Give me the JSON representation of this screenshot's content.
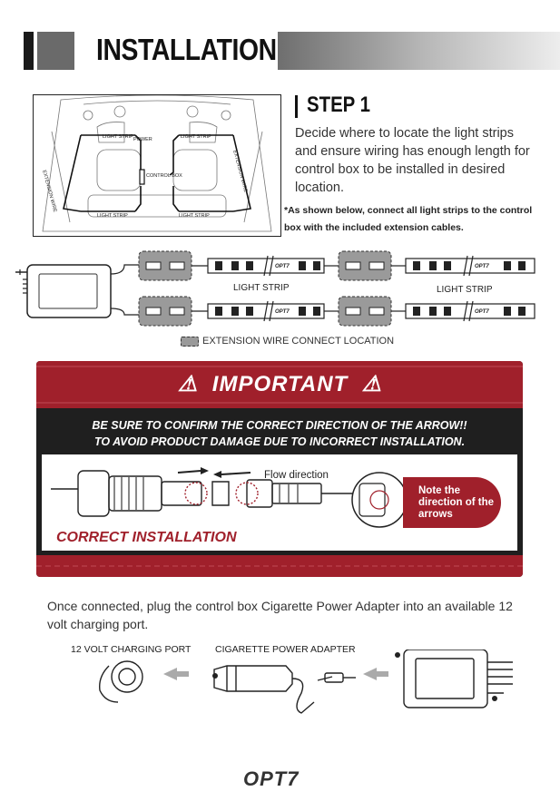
{
  "header": {
    "title": "INSTALLATION"
  },
  "step": {
    "title": "STEP 1",
    "body": "Decide where to locate the light strips and ensure wiring has enough length for control box to be installed in desired location.",
    "note": "*As shown below, connect all light strips to the control box with the included extension cables."
  },
  "car_diagram": {
    "label_light_strip_tl": "LIGHT STRIP",
    "label_power": "POWER",
    "label_light_strip_tr": "LIGHT STRIP",
    "label_extension_left": "EXTENSION WIRE",
    "label_extension_right": "EXTENSION WIRE",
    "label_control_box": "CONTROL BOX",
    "label_light_strip_bl": "LIGHT STRIP",
    "label_light_strip_br": "LIGHT STRIP"
  },
  "wiring": {
    "strip_label_left": "LIGHT STRIP",
    "strip_label_right": "LIGHT STRIP",
    "strip_brand": "OPT7",
    "legend": "EXTENSION WIRE CONNECT LOCATION"
  },
  "important": {
    "title": "IMPORTANT",
    "message_line1": "BE SURE TO CONFIRM THE CORRECT DIRECTION OF THE ARROW!!",
    "message_line2": "TO AVOID PRODUCT DAMAGE DUE TO INCORRECT INSTALLATION.",
    "flow_label": "Flow direction",
    "note": "Note the direction of the arrows",
    "correct_label": "CORRECT INSTALLATION",
    "accent_color": "#a0202b"
  },
  "bottom": {
    "instruction": "Once connected, plug the control box Cigarette Power Adapter into an available 12 volt charging port.",
    "label_port": "12 VOLT CHARGING PORT",
    "label_adapter": "CIGARETTE POWER ADAPTER"
  },
  "footer": {
    "logo": "OPT7"
  }
}
